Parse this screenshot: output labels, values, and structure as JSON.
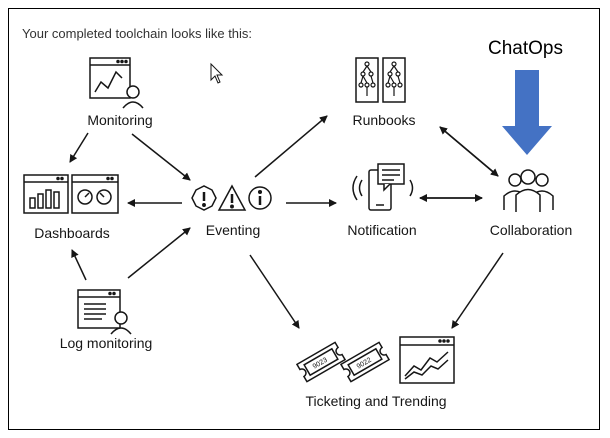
{
  "intro_text": "Your completed toolchain looks like this:",
  "chatops_label": "ChatOps",
  "nodes": {
    "monitoring": "Monitoring",
    "runbooks": "Runbooks",
    "dashboards": "Dashboards",
    "eventing": "Eventing",
    "notification": "Notification",
    "collaboration": "Collaboration",
    "log_monitoring": "Log monitoring",
    "ticketing": "Ticketing and Trending"
  },
  "ticket_numbers": [
    "9023",
    "9022"
  ],
  "colors": {
    "chatops_arrow": "#4472c4",
    "line": "#161616"
  }
}
